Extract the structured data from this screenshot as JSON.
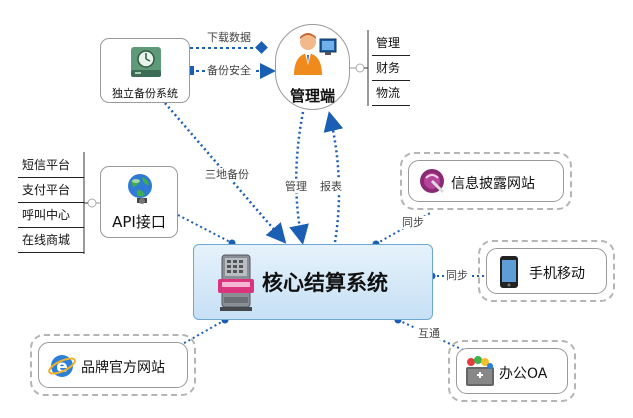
{
  "nodes": {
    "core": "核心结算系统",
    "admin": "管理端",
    "backup": "独立备份系统",
    "api": "API接口",
    "info": "信息披露网站",
    "mobile": "手机移动",
    "brand": "品牌官方网站",
    "oa": "办公OA"
  },
  "admin_list": [
    "管理",
    "财务",
    "物流"
  ],
  "api_list": [
    "短信平台",
    "支付平台",
    "呼叫中心",
    "在线商城"
  ],
  "edges": {
    "download": "下载数据",
    "backup_safe": "备份安全",
    "remote_backup": "三地备份",
    "manage": "管理",
    "report": "报表",
    "sync_info": "同步",
    "sync_mobile": "同步",
    "interconnect": "互通"
  },
  "colors": {
    "line_blue": "#1a5fb4",
    "core_fill": "#cfe6f8",
    "core_border": "#6ea6d6",
    "dash_border": "#b5b5b5"
  }
}
